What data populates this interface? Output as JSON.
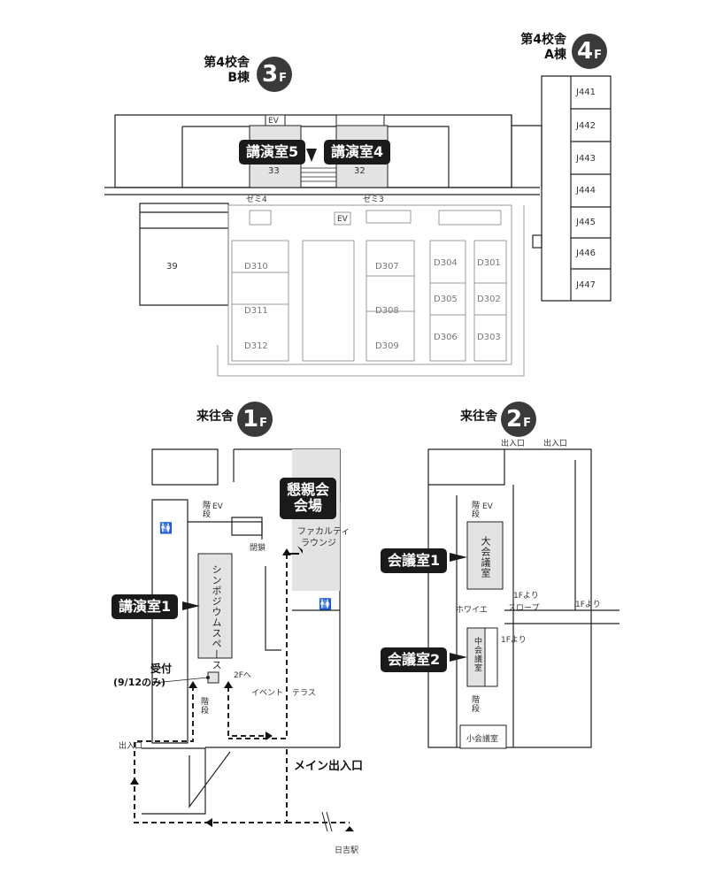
{
  "b4_3f": {
    "line1": "第4校舎",
    "line2": "B棟",
    "floor": "3",
    "f": "F"
  },
  "b4_4f": {
    "line1": "第4校舎",
    "line2": "A棟",
    "floor": "4",
    "f": "F"
  },
  "raiou_1f": {
    "name": "来往舎",
    "floor": "1",
    "f": "F"
  },
  "raiou_2f": {
    "name": "来往舎",
    "floor": "2",
    "f": "F"
  },
  "rooms_3f": {
    "r33": "33",
    "r32": "32",
    "r39": "39",
    "ev": "EV",
    "semi4": "ゼミ4",
    "semi3": "ゼミ3",
    "d310": "D310",
    "d311": "D311",
    "d312": "D312",
    "d307": "D307",
    "d308": "D308",
    "d309": "D309",
    "d304": "D304",
    "d305": "D305",
    "d306": "D306",
    "d301": "D301",
    "d302": "D302",
    "d303": "D303"
  },
  "rooms_4f": [
    "J441",
    "J442",
    "J443",
    "J444",
    "J445",
    "J446",
    "J447"
  ],
  "labels": {
    "koen5": "講演室5",
    "koen4": "講演室4",
    "koen1": "講演室1",
    "konshin1": "懇親会",
    "konshin2": "会場",
    "kaigi1": "会議室1",
    "kaigi2": "会議室2",
    "uketsuke1": "受付",
    "uketsuke2": "(9/12のみ)"
  },
  "floor1": {
    "stairs": "階段",
    "ev": "EV",
    "closed": "閉鎖",
    "faculty1": "ファカルティ",
    "faculty2": "ラウンジ",
    "symposium": "シンポジウムスペース",
    "to2f": "2Fへ",
    "event": "イベント",
    "terrace": "テラス",
    "exit": "出入口",
    "main_exit": "メイン出入口",
    "station": "日吉駅"
  },
  "floor2": {
    "exit_a": "出入口",
    "exit_b": "出入口",
    "stairs": "階段",
    "ev": "EV",
    "dai": "大会議室",
    "chu": "中会議室",
    "sho": "小会議室",
    "hoyer": "ホワイエ",
    "from1f_a": "1Fより",
    "slope": "スロープ",
    "from1f_b": "1Fより",
    "from1f_c": "1Fより"
  },
  "colors": {
    "highlight": "#e3e3e3",
    "dark": "#1a1a1a",
    "badge": "#3a3a3a"
  }
}
